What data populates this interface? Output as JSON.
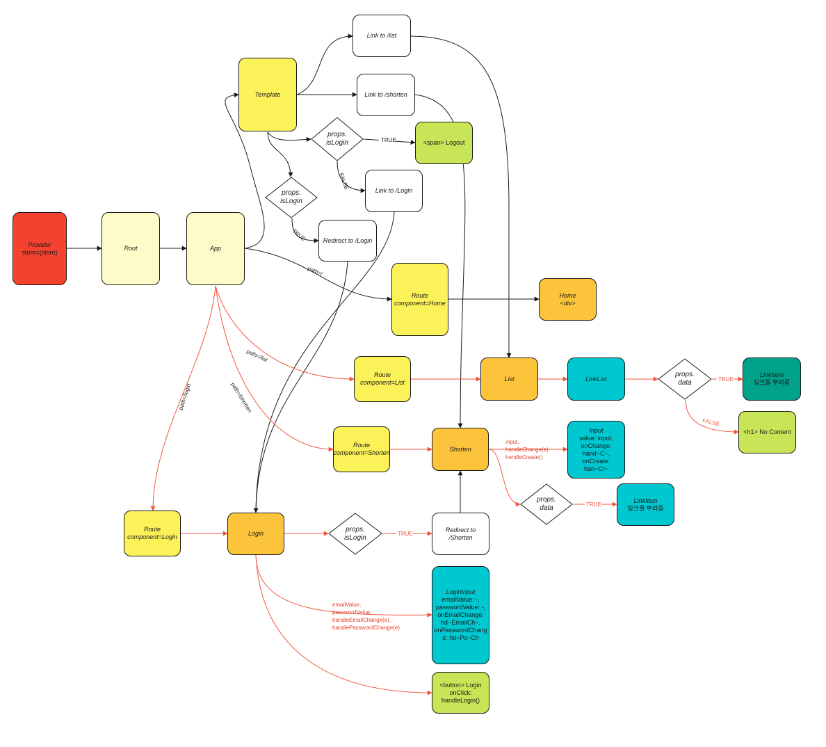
{
  "nodes": {
    "provider": {
      "title": "Provider",
      "sub": "store={store}"
    },
    "root": {
      "title": "Root"
    },
    "app": {
      "title": "App"
    },
    "template": {
      "title": "Template"
    },
    "link_list": {
      "title": "Link to /list"
    },
    "link_shorten": {
      "title": "Link to /shorten"
    },
    "span_logout": {
      "text": "<span> Logout"
    },
    "link_login": {
      "title": "Link to /Login"
    },
    "redirect_login": {
      "title": "Redirect to /Login"
    },
    "route_home": {
      "title": "Route",
      "sub": "component=Home"
    },
    "home": {
      "title": "Home",
      "sub": "<div>"
    },
    "route_list": {
      "title": "Route",
      "sub": "component=List"
    },
    "list": {
      "title": "List"
    },
    "linklist": {
      "title": "LinkList"
    },
    "linkitem_1": {
      "title": "LinkItem",
      "sub": "링크들 뿌려줌"
    },
    "h1_nocontent": {
      "text": "<h1> No Content"
    },
    "route_shorten": {
      "title": "Route",
      "sub": "component=Shorten"
    },
    "shorten": {
      "title": "Shorten"
    },
    "input": {
      "title": "Input",
      "lines": [
        "value: input,",
        "onChange:",
        "hand~C~,",
        "onCreate: han~Cr~"
      ]
    },
    "linkitem_2": {
      "title": "LinkItem",
      "sub": "링크를 뿌려줌"
    },
    "route_login": {
      "title": "Route",
      "sub": "component=Login"
    },
    "login": {
      "title": "Login"
    },
    "redirect_shorten": {
      "title": "Redirect to /Shorten"
    },
    "logininput": {
      "title": "LoginInput",
      "lines": [
        "emailValue: -,",
        "passwordValue: -,",
        "onEmailChange:",
        "hd~EmailCh~,",
        "onPasswordChang",
        "e: hd~Ps~Ch"
      ]
    },
    "button_login": {
      "lines": [
        "<button> Login",
        "onClick:",
        "handleLogin()"
      ]
    }
  },
  "diamonds": {
    "d1": {
      "line1": "props.",
      "line2": "isLogin"
    },
    "d2": {
      "line1": "props.",
      "line2": "isLogin"
    },
    "d3": {
      "line1": "props.",
      "line2": "data"
    },
    "d4": {
      "line1": "props.",
      "line2": "data"
    },
    "d5": {
      "line1": "props.",
      "line2": "isLogin"
    }
  },
  "edge_labels": {
    "true_1": "TRUE",
    "false_1": "FALSE",
    "true_2": "TRUE",
    "path_root": "path=/",
    "path_list": "path=/list",
    "path_shorten": "path=/shorten",
    "path_login": "path=/login",
    "true_3": "TRUE",
    "false_3": "FALSE",
    "true_4": "TRUE",
    "true_5": "TRUE"
  },
  "red_labels": {
    "shorten_props": [
      "input,",
      "handleChange(e)",
      "hendleCreate()"
    ],
    "login_props": [
      "emailValue,",
      "passwordValue,",
      "handleEmailChange(e),",
      "handlePasswordChange(e)"
    ]
  },
  "colors": {
    "black_edge": "#1a1a1a",
    "red_edge": "#f2553f"
  }
}
